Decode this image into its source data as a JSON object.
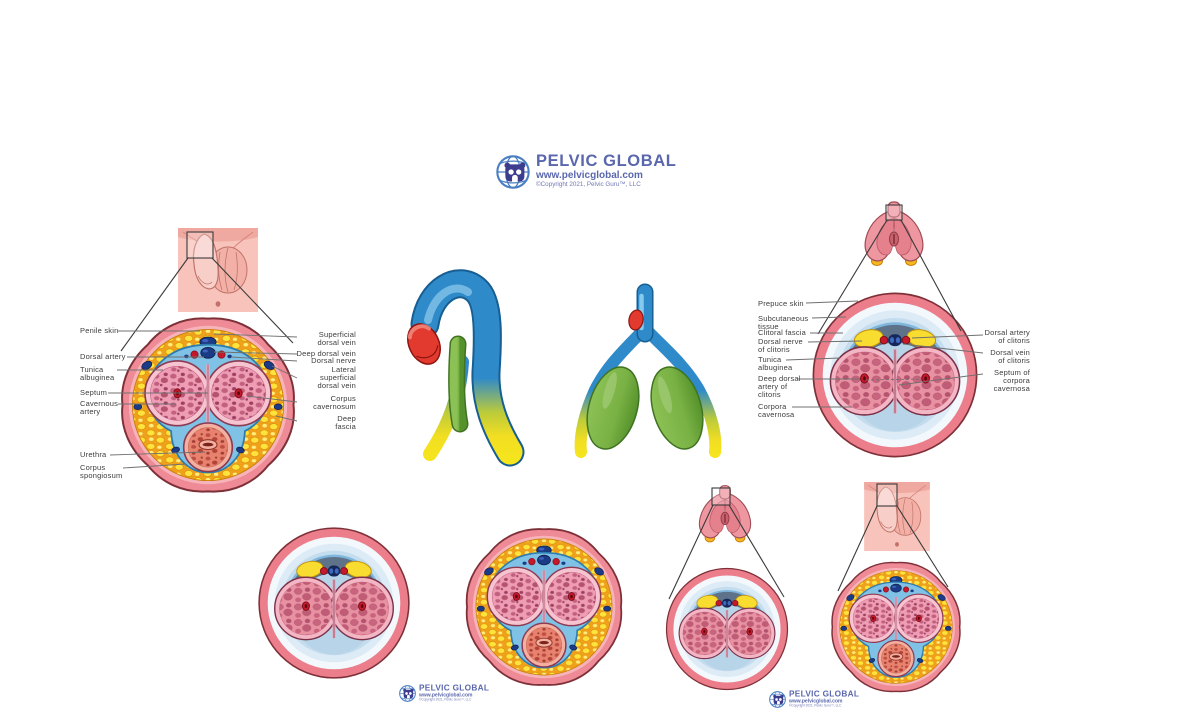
{
  "logo": {
    "title": "PELVIC GLOBAL",
    "website": "www.pelvicglobal.com",
    "copyright": "©Copyright 2021, Pelvic Guru™, LLC"
  },
  "penile_cross_section": {
    "left_labels": [
      "Penile skin",
      "Dorsal artery",
      "Tunica albuginea",
      "Septum",
      "Cavernous artery",
      "Urethra",
      "Corpus spongiosum"
    ],
    "right_labels": [
      "Superficial dorsal vein",
      "Deep dorsal vein",
      "Dorsal nerve",
      "Lateral superficial dorsal vein",
      "Corpus cavernosum",
      "Deep fascia"
    ]
  },
  "clitoral_cross_section": {
    "left_labels": [
      "Prepuce skin",
      "Subcutaneous tissue",
      "Clitoral fascia",
      "Dorsal nerve of clitoris",
      "Tunica albuginea",
      "Deep dorsal artery of clitoris",
      "Corpora cavernosa"
    ],
    "right_labels": [
      "Dorsal artery of clitoris",
      "Dorsal vein of clitoris",
      "Septum of corpora cavernosa"
    ]
  },
  "colors": {
    "skin_pink": "#EE8B96",
    "fat_yellow": "#FFE23B",
    "fascia_blue": "#7FC2E5",
    "corpus_pink": "#EE9DB4",
    "artery_red": "#C5182B",
    "vein_navy": "#1C3B86",
    "nerve_yellow": "#F8DC2F",
    "gray_blue": "#5E7289",
    "erectile_blue": "#2F8AC9",
    "erectile_green": "#79B144",
    "erectile_yellow": "#F6E61C",
    "erectile_red": "#E23A2E",
    "logo_blue": "#5A67AD"
  }
}
